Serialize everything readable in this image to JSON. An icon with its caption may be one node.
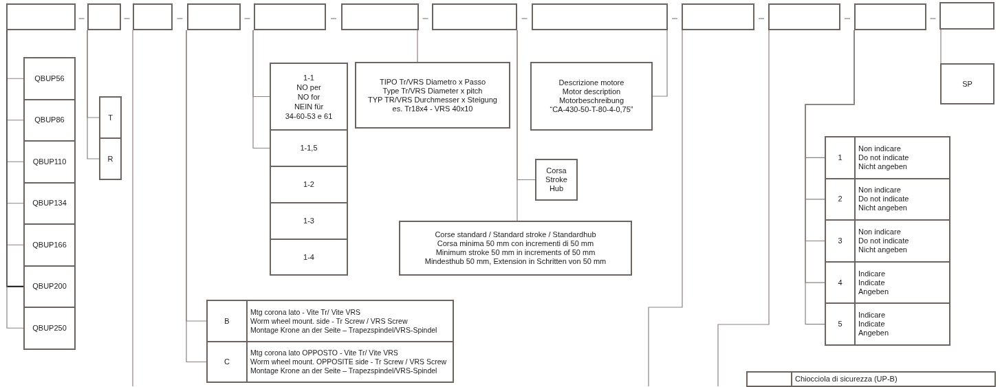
{
  "diagram": {
    "nodes": [
      {
        "text": [],
        "shape": "box"
      },
      {
        "text": [],
        "shape": "box"
      },
      {
        "text": [],
        "shape": "box"
      },
      {
        "text": [],
        "shape": "box"
      },
      {
        "text": [],
        "shape": "box"
      },
      {
        "text": [],
        "shape": "box"
      },
      {
        "text": [],
        "shape": "box"
      },
      {
        "text": [],
        "shape": "box"
      },
      {
        "text": [],
        "shape": "box"
      },
      {
        "text": [],
        "shape": "box"
      },
      {
        "text": [],
        "shape": "box"
      },
      {
        "text": [],
        "shape": "box"
      },
      {
        "text": [
          "QBUP56"
        ]
      },
      {
        "text": [
          "QBUP86"
        ]
      },
      {
        "text": [
          "QBUP110"
        ]
      },
      {
        "text": [
          "QBUP134"
        ]
      },
      {
        "text": [
          "QBUP166"
        ]
      },
      {
        "text": [
          "QBUP200"
        ]
      },
      {
        "text": [
          "QBUP250"
        ]
      },
      {
        "text": [
          "T"
        ]
      },
      {
        "text": [
          "R"
        ]
      },
      {
        "text": [
          "1-1",
          "NO per",
          "NO for",
          "NEIN für",
          "34-60-53 e 61"
        ]
      },
      {
        "text": [
          "1-1,5"
        ]
      },
      {
        "text": [
          "1-2"
        ]
      },
      {
        "text": [
          "1-3"
        ]
      },
      {
        "text": [
          "1-4"
        ]
      },
      {
        "text": [
          "TIPO Tr/VRS Diametro x Passo",
          "Type Tr/VRS Diameter x pitch",
          "TYP TR/VRS Durchmesser x Steigung",
          "es. Tr18x4 - VRS 40x10"
        ]
      },
      {
        "text": [
          "Descrizione motore",
          "Motor description",
          "Motorbeschreibung",
          "“CA-430-50-T-80-4-0,75”"
        ]
      },
      {
        "text": [
          "SP"
        ]
      },
      {
        "text": [
          "Corsa",
          "Stroke",
          "Hub"
        ]
      },
      {
        "text": [
          "1",
          "Non indicare",
          "Do not indicate",
          "Nicht angeben"
        ]
      },
      {
        "text": [
          "2",
          "Non indicare",
          "Do not indicate",
          "Nicht angeben"
        ]
      },
      {
        "text": [
          "3",
          "Non indicare",
          "Do not indicate",
          "Nicht angeben"
        ]
      },
      {
        "text": [
          "4",
          "Indicare",
          "Indicate",
          "Angeben"
        ]
      },
      {
        "text": [
          "5",
          "Indicare",
          "Indicate",
          "Angeben"
        ]
      },
      {
        "text": [
          "Corse standard / Standard stroke / Standardhub",
          "Corsa minima 50 mm con incrementi di 50 mm",
          "Minimum stroke 50 mm in increments of 50 mm",
          "Mindesthub 50 mm, Extension in Schritten von 50 mm"
        ]
      },
      {
        "text": [
          "B",
          "Mtg corona lato - Vite Tr/ Vite VRS",
          "Worm wheel mount. side - Tr Screw / VRS Screw",
          "Montage Krone an der Seite – Trapezspindel/VRS-Spindel"
        ]
      },
      {
        "text": [
          "C",
          "Mtg corona lato OPPOSTO - Vite Tr/ Vite VRS",
          "Worm wheel mount. OPPOSITE side - Tr Screw / VRS Screw",
          "Montage Krone an der Seite – Trapezspindel/VRS-Spindel"
        ]
      },
      {
        "text": [
          "Chiocciola di sicurezza (UP-B)"
        ]
      }
    ],
    "edges": [
      {
        "from": 0,
        "to": 12,
        "arrow": "none"
      },
      {
        "from": 0,
        "to": 13,
        "arrow": "none"
      },
      {
        "from": 0,
        "to": 14,
        "arrow": "none"
      },
      {
        "from": 0,
        "to": 15,
        "arrow": "none"
      },
      {
        "from": 0,
        "to": 16,
        "arrow": "none"
      },
      {
        "from": 0,
        "to": 17,
        "arrow": "none",
        "color": "#111111"
      },
      {
        "from": 0,
        "to": 18,
        "arrow": "none"
      },
      {
        "from": 1,
        "to": 19,
        "arrow": "none"
      },
      {
        "from": 1,
        "to": 20,
        "arrow": "none"
      },
      {
        "from": 2,
        "to": null,
        "arrow": "none"
      },
      {
        "from": 3,
        "to": 36,
        "arrow": "none"
      },
      {
        "from": 3,
        "to": 37,
        "arrow": "none"
      },
      {
        "from": 4,
        "to": 21,
        "arrow": "none"
      },
      {
        "from": 4,
        "to": 22,
        "arrow": "none"
      },
      {
        "from": 5,
        "to": 26,
        "arrow": "none"
      },
      {
        "from": 6,
        "to": 29,
        "arrow": "none"
      },
      {
        "from": 6,
        "to": 35,
        "arrow": "none"
      },
      {
        "from": 7,
        "to": 27,
        "arrow": "none"
      },
      {
        "from": 8,
        "to": null,
        "arrow": "none"
      },
      {
        "from": 9,
        "to": null,
        "arrow": "none"
      },
      {
        "from": 10,
        "to": 30,
        "arrow": "none"
      },
      {
        "from": 10,
        "to": 31,
        "arrow": "none"
      },
      {
        "from": 10,
        "to": 32,
        "arrow": "none"
      },
      {
        "from": 10,
        "to": 33,
        "arrow": "none"
      },
      {
        "from": 10,
        "to": 34,
        "arrow": "none"
      },
      {
        "from": 11,
        "to": 28,
        "arrow": "none"
      }
    ]
  }
}
